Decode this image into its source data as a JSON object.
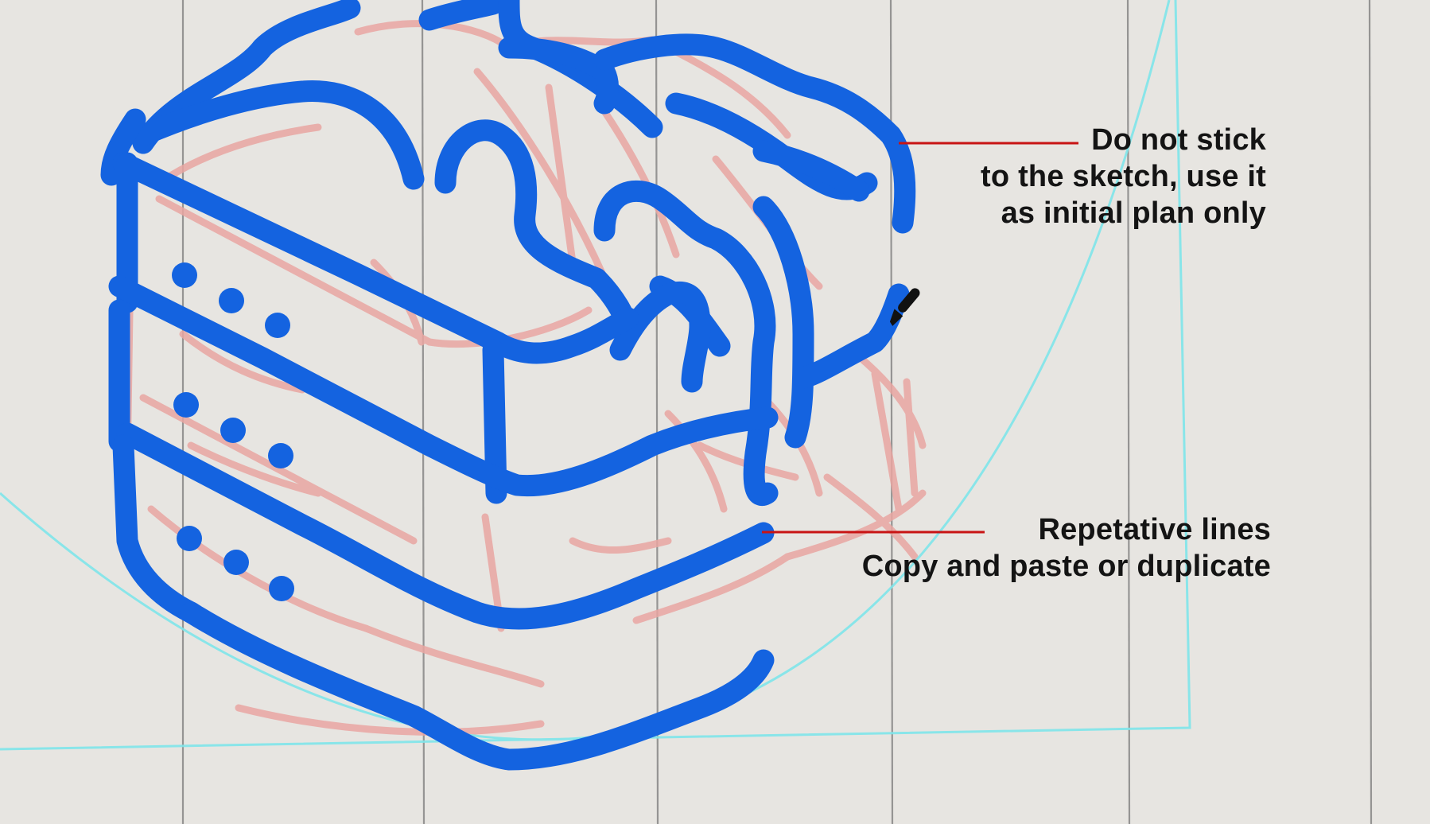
{
  "annotations": {
    "sketch_note": {
      "lines": [
        "Do not stick",
        "to the sketch, use it",
        "as initial plan only"
      ]
    },
    "repeat_note": {
      "lines": [
        "Repetative lines",
        "Copy and paste or duplicate"
      ]
    }
  },
  "colors": {
    "paper": "#e7e5e1",
    "paper_lines": "#6f6f6f",
    "ink_stroke": "#1463e0",
    "sketch": "#e9a6a2",
    "guide_lines": "#7fe6ea",
    "leader_lines": "#c81414",
    "note_text": "#141414"
  },
  "icons": [
    "brush-cursor-icon"
  ]
}
